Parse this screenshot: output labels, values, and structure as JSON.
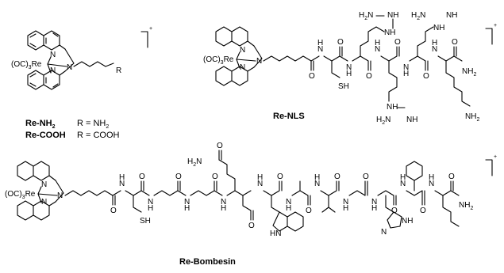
{
  "molecules": {
    "re_nh2": {
      "name": "Re-NH",
      "name_sub": "2",
      "chain_r": "R",
      "charge": "+",
      "def": "R = NH",
      "def_sub": "2"
    },
    "re_cooh": {
      "name": "Re-COOH",
      "def": "R = COOH"
    },
    "re_nls": {
      "name": "Re-NLS",
      "charge": "+"
    },
    "re_bombesin": {
      "name": "Re-Bombesin",
      "charge": "+"
    }
  },
  "atoms": {
    "N": "N",
    "H": "H",
    "NH": "NH",
    "O": "O",
    "SH": "SH",
    "Re": "Re",
    "oc3_open": "(OC)",
    "oc3_sub": "3",
    "H2N": "H",
    "H2N_sub": "2",
    "H2N_N": "N",
    "NH2": "NH",
    "NH2_sub": "2",
    "HN": "HN"
  }
}
